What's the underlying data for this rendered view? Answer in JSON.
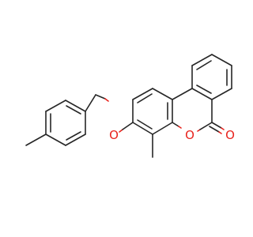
{
  "molecule": {
    "kind": "skeletal-formula",
    "atom_labels": [
      {
        "id": "ether-oxygen",
        "text": "O",
        "color": "#e8231d"
      },
      {
        "id": "ring-oxygen",
        "text": "O",
        "color": "#e8231d"
      },
      {
        "id": "carbonyl-oxygen",
        "text": "O",
        "color": "#e8231d"
      }
    ],
    "colors": {
      "bond": "#262626",
      "oxygen": "#e8231d",
      "background": "#ffffff"
    }
  }
}
